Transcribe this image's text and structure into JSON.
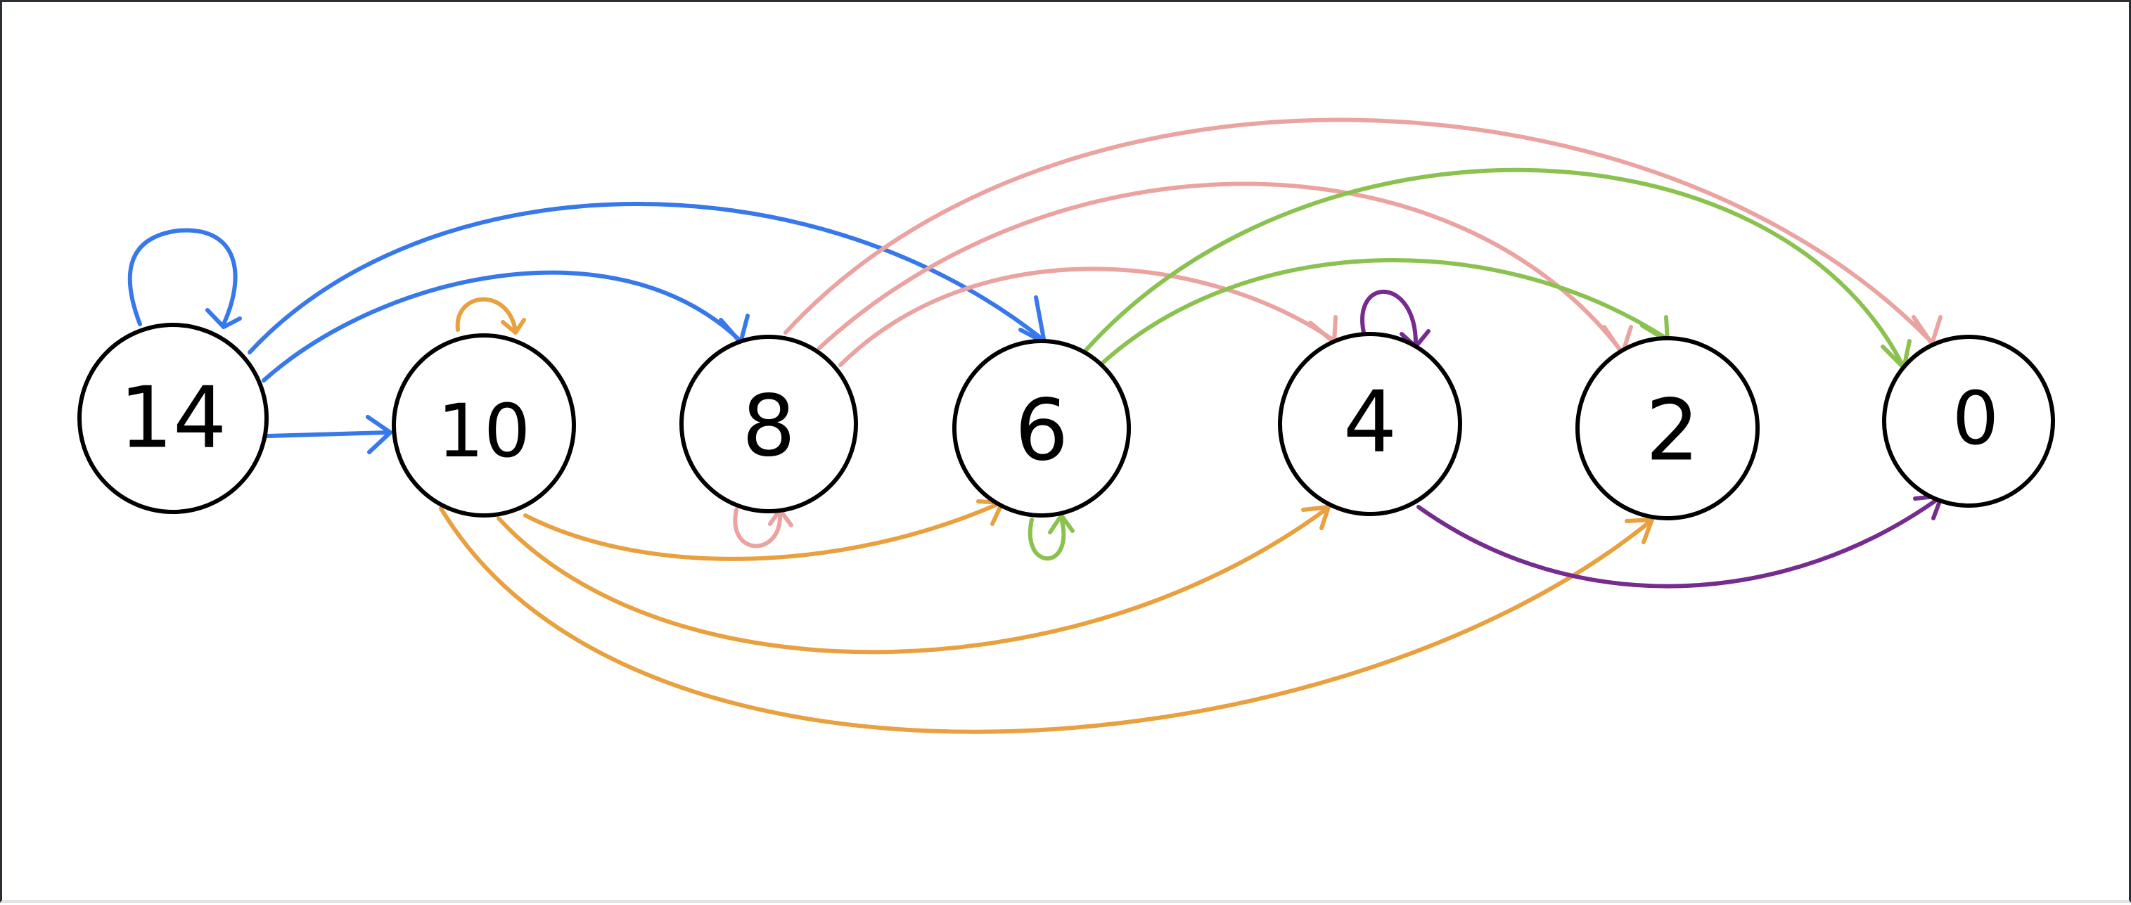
{
  "colors": {
    "blue": "#3778ea",
    "orange": "#e9a03e",
    "pink": "#eba3a1",
    "green": "#8bc24f",
    "purple": "#762b8e",
    "node_stroke": "#000000"
  },
  "nodes": [
    {
      "id": "n14",
      "label": "14"
    },
    {
      "id": "n10",
      "label": "10"
    },
    {
      "id": "n8",
      "label": "8"
    },
    {
      "id": "n6",
      "label": "6"
    },
    {
      "id": "n4",
      "label": "4"
    },
    {
      "id": "n2",
      "label": "2"
    },
    {
      "id": "n0",
      "label": "0"
    }
  ],
  "edges": [
    {
      "from": "14",
      "to": "14",
      "color": "blue"
    },
    {
      "from": "14",
      "to": "10",
      "color": "blue"
    },
    {
      "from": "14",
      "to": "8",
      "color": "blue"
    },
    {
      "from": "14",
      "to": "6",
      "color": "blue"
    },
    {
      "from": "10",
      "to": "10",
      "color": "orange"
    },
    {
      "from": "10",
      "to": "6",
      "color": "orange"
    },
    {
      "from": "10",
      "to": "4",
      "color": "orange"
    },
    {
      "from": "10",
      "to": "2",
      "color": "orange"
    },
    {
      "from": "8",
      "to": "8",
      "color": "pink"
    },
    {
      "from": "8",
      "to": "4",
      "color": "pink"
    },
    {
      "from": "8",
      "to": "2",
      "color": "pink"
    },
    {
      "from": "8",
      "to": "0",
      "color": "pink"
    },
    {
      "from": "6",
      "to": "6",
      "color": "green"
    },
    {
      "from": "6",
      "to": "2",
      "color": "green"
    },
    {
      "from": "6",
      "to": "0",
      "color": "green"
    },
    {
      "from": "4",
      "to": "4",
      "color": "purple"
    },
    {
      "from": "4",
      "to": "0",
      "color": "purple"
    }
  ]
}
